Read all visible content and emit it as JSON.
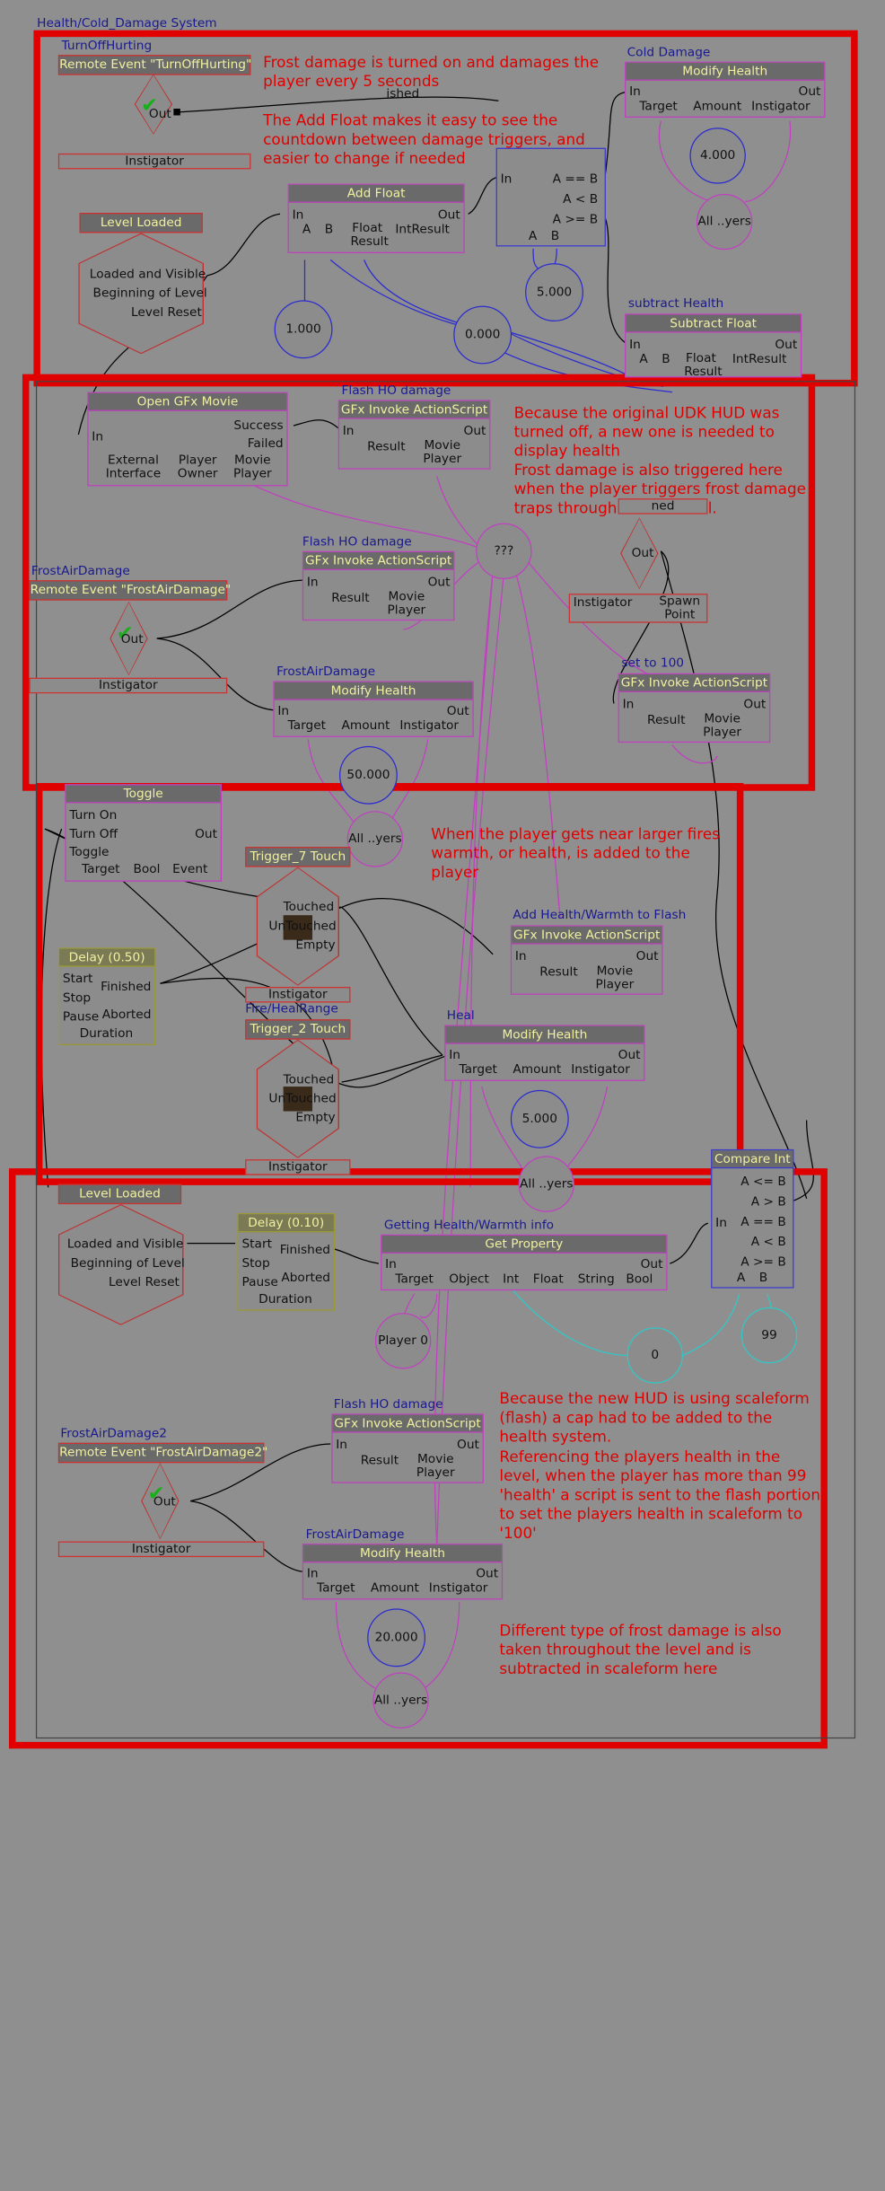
{
  "sequence_title": "Health/Cold_Damage System",
  "notes": {
    "frost_1": "Frost damage is turned on and damages the player every 5 seconds",
    "frost_2": "The Add Float makes it easy to see the countdown between damage triggers, and easier to change if needed",
    "hud_1": "Because the original UDK HUD was turned off, a new one is needed to display health",
    "hud_2": "Frost damage is also triggered here when the player triggers frost damage traps throughout the level.",
    "fire": "When the player gets near larger fires warmth, or health, is added to the player",
    "scaleform_1": "Because the new HUD is using scaleform (flash) a cap had to be added to the health system.",
    "scaleform_2": "Referencing the players health in the level, when the player has more than 99 'health' a script is sent to the flash portion to set the players health in scaleform to '100'",
    "frost_3": "Different type of frost damage is also taken throughout the level and is subtracted in scaleform here"
  },
  "labels": {
    "turnoffhurting": "TurnOffHurting",
    "cold_damage": "Cold Damage",
    "subtract_health": "subtract Health",
    "flash_ho_damage": "Flash HO damage",
    "frostairdamage": "FrostAirDamage",
    "set_to_100": "set to 100",
    "add_health_warmth": "Add Health/Warmth to Flash",
    "heal": "Heal",
    "fire_heal_range": "Fire/HealRange",
    "getting_health": "Getting Health/Warmth info",
    "frostairdamage2": "FrostAirDamage2"
  },
  "nodes": {
    "remote_turnoff": "Remote Event \"TurnOffHurting\"",
    "modify_health": "Modify Health",
    "add_float": "Add Float",
    "level_loaded": "Level Loaded",
    "subtract_float": "Subtract Float",
    "open_gfx": "Open GFx Movie",
    "gfx_invoke": "GFx Invoke ActionScript",
    "remote_frostair": "Remote Event \"FrostAirDamage\"",
    "toggle": "Toggle",
    "trigger7": "Trigger_7 Touch",
    "trigger2": "Trigger_2 Touch",
    "delay050": "Delay (0.50)",
    "delay010": "Delay (0.10)",
    "get_property": "Get Property",
    "compare_int": "Compare Int",
    "remote_frostair2": "Remote Event \"FrostAirDamage2\"",
    "partial_hidden": "ned",
    "finished_partial": "ished"
  },
  "pins": {
    "in": "In",
    "out": "Out",
    "a": "A",
    "b": "B",
    "target": "Target",
    "amount": "Amount",
    "instigator": "Instigator",
    "float_result": "Float Result",
    "int_result": "IntResult",
    "loaded_visible": "Loaded and Visible",
    "beginning": "Beginning of Level",
    "reset": "Level Reset",
    "success": "Success",
    "failed": "Failed",
    "external_interface": "External Interface",
    "player_owner": "Player Owner",
    "movie_player": "Movie Player",
    "result": "Result",
    "spawn_point": "Spawn Point",
    "turn_on": "Turn On",
    "turn_off": "Turn Off",
    "toggle": "Toggle",
    "bool": "Bool",
    "event": "Event",
    "touched": "Touched",
    "untouched": "UnTouched",
    "empty": "Empty",
    "start": "Start",
    "stop": "Stop",
    "pause": "Pause",
    "finished": "Finished",
    "aborted": "Aborted",
    "duration": "Duration",
    "object": "Object",
    "int": "Int",
    "float": "Float",
    "string": "String",
    "a_le_b": "A <= B",
    "a_gt_b": "A > B",
    "a_eq_b": "A == B",
    "a_lt_b": "A < B",
    "a_ge_b": "A >= B"
  },
  "vars": {
    "v4000": "4.000",
    "v1000": "1.000",
    "v0000": "0.000",
    "v5000": "5.000",
    "v50000": "50.000",
    "v20000": "20.000",
    "all_players": "All ..yers",
    "unknown": "???",
    "player0": "Player 0",
    "zero": "0",
    "ninetynine": "99"
  },
  "colors": {
    "background": "#8f8f8f",
    "annotation_red": "#e00000",
    "node_border": "#c040c0",
    "header_text": "#f0f0a0",
    "var_float": "#2b2bd0",
    "var_int": "#30c8c8"
  }
}
